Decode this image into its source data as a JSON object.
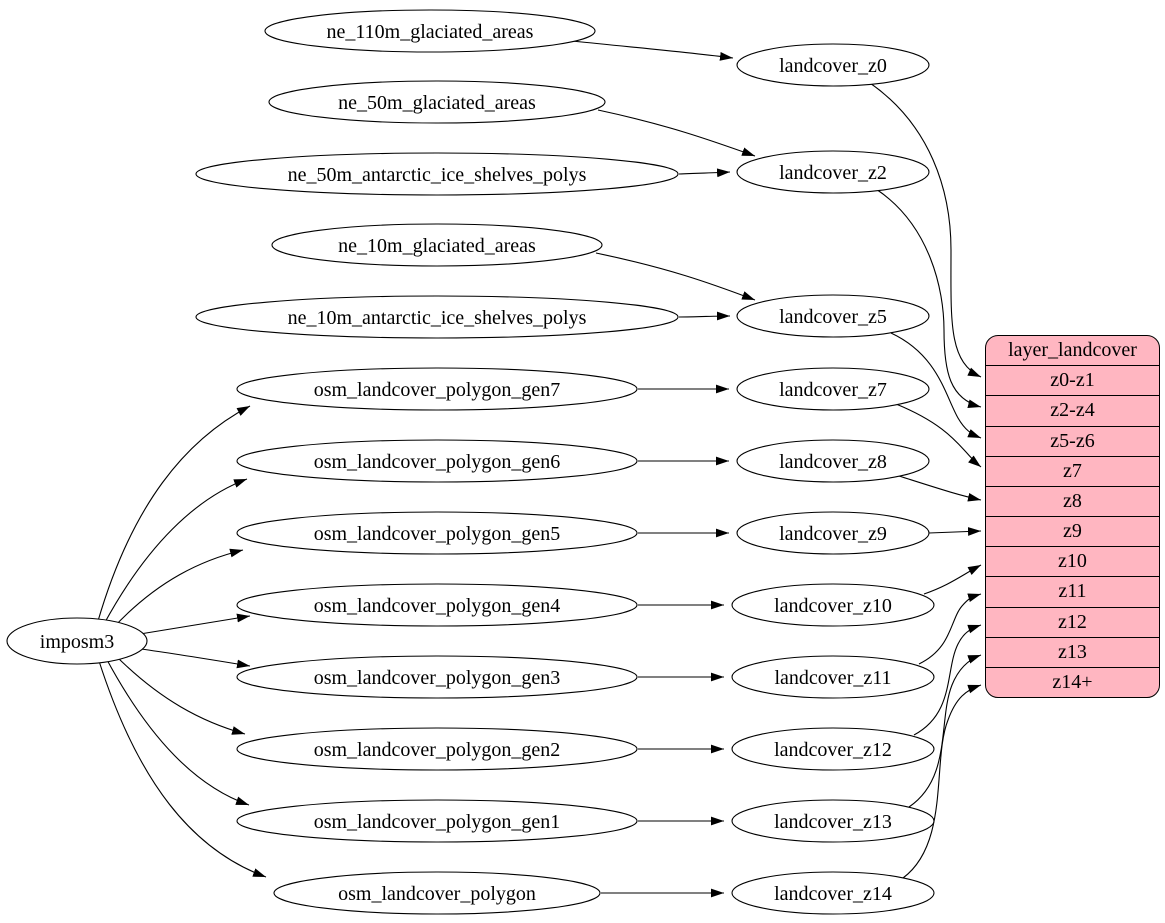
{
  "diagram": {
    "type": "dependency-graph",
    "background_color": "#ffffff",
    "node_fill": "#ffffff",
    "node_stroke": "#000000",
    "edge_color": "#000000",
    "nodes": [
      {
        "id": "imposm3",
        "label": "imposm3"
      },
      {
        "id": "ne_110m_glaciated_areas",
        "label": "ne_110m_glaciated_areas"
      },
      {
        "id": "ne_50m_glaciated_areas",
        "label": "ne_50m_glaciated_areas"
      },
      {
        "id": "ne_50m_antarctic_ice_shelves_polys",
        "label": "ne_50m_antarctic_ice_shelves_polys"
      },
      {
        "id": "ne_10m_glaciated_areas",
        "label": "ne_10m_glaciated_areas"
      },
      {
        "id": "ne_10m_antarctic_ice_shelves_polys",
        "label": "ne_10m_antarctic_ice_shelves_polys"
      },
      {
        "id": "osm_landcover_polygon_gen7",
        "label": "osm_landcover_polygon_gen7"
      },
      {
        "id": "osm_landcover_polygon_gen6",
        "label": "osm_landcover_polygon_gen6"
      },
      {
        "id": "osm_landcover_polygon_gen5",
        "label": "osm_landcover_polygon_gen5"
      },
      {
        "id": "osm_landcover_polygon_gen4",
        "label": "osm_landcover_polygon_gen4"
      },
      {
        "id": "osm_landcover_polygon_gen3",
        "label": "osm_landcover_polygon_gen3"
      },
      {
        "id": "osm_landcover_polygon_gen2",
        "label": "osm_landcover_polygon_gen2"
      },
      {
        "id": "osm_landcover_polygon_gen1",
        "label": "osm_landcover_polygon_gen1"
      },
      {
        "id": "osm_landcover_polygon",
        "label": "osm_landcover_polygon"
      },
      {
        "id": "landcover_z0",
        "label": "landcover_z0"
      },
      {
        "id": "landcover_z2",
        "label": "landcover_z2"
      },
      {
        "id": "landcover_z5",
        "label": "landcover_z5"
      },
      {
        "id": "landcover_z7",
        "label": "landcover_z7"
      },
      {
        "id": "landcover_z8",
        "label": "landcover_z8"
      },
      {
        "id": "landcover_z9",
        "label": "landcover_z9"
      },
      {
        "id": "landcover_z10",
        "label": "landcover_z10"
      },
      {
        "id": "landcover_z11",
        "label": "landcover_z11"
      },
      {
        "id": "landcover_z12",
        "label": "landcover_z12"
      },
      {
        "id": "landcover_z13",
        "label": "landcover_z13"
      },
      {
        "id": "landcover_z14",
        "label": "landcover_z14"
      }
    ],
    "table": {
      "title": "layer_landcover",
      "fill": "#ffb6c1",
      "rows": [
        "z0-z1",
        "z2-z4",
        "z5-z6",
        "z7",
        "z8",
        "z9",
        "z10",
        "z11",
        "z12",
        "z13",
        "z14+"
      ]
    },
    "edges": [
      {
        "from": "ne_110m_glaciated_areas",
        "to": "landcover_z0"
      },
      {
        "from": "ne_50m_glaciated_areas",
        "to": "landcover_z2"
      },
      {
        "from": "ne_50m_antarctic_ice_shelves_polys",
        "to": "landcover_z2"
      },
      {
        "from": "ne_10m_glaciated_areas",
        "to": "landcover_z5"
      },
      {
        "from": "ne_10m_antarctic_ice_shelves_polys",
        "to": "landcover_z5"
      },
      {
        "from": "imposm3",
        "to": "osm_landcover_polygon_gen7"
      },
      {
        "from": "imposm3",
        "to": "osm_landcover_polygon_gen6"
      },
      {
        "from": "imposm3",
        "to": "osm_landcover_polygon_gen5"
      },
      {
        "from": "imposm3",
        "to": "osm_landcover_polygon_gen4"
      },
      {
        "from": "imposm3",
        "to": "osm_landcover_polygon_gen3"
      },
      {
        "from": "imposm3",
        "to": "osm_landcover_polygon_gen2"
      },
      {
        "from": "imposm3",
        "to": "osm_landcover_polygon_gen1"
      },
      {
        "from": "imposm3",
        "to": "osm_landcover_polygon"
      },
      {
        "from": "osm_landcover_polygon_gen7",
        "to": "landcover_z7"
      },
      {
        "from": "osm_landcover_polygon_gen6",
        "to": "landcover_z8"
      },
      {
        "from": "osm_landcover_polygon_gen5",
        "to": "landcover_z9"
      },
      {
        "from": "osm_landcover_polygon_gen4",
        "to": "landcover_z10"
      },
      {
        "from": "osm_landcover_polygon_gen3",
        "to": "landcover_z11"
      },
      {
        "from": "osm_landcover_polygon_gen2",
        "to": "landcover_z12"
      },
      {
        "from": "osm_landcover_polygon_gen1",
        "to": "landcover_z13"
      },
      {
        "from": "osm_landcover_polygon",
        "to": "landcover_z14"
      },
      {
        "from": "landcover_z0",
        "to": "layer_landcover:z0-z1"
      },
      {
        "from": "landcover_z2",
        "to": "layer_landcover:z2-z4"
      },
      {
        "from": "landcover_z5",
        "to": "layer_landcover:z5-z6"
      },
      {
        "from": "landcover_z7",
        "to": "layer_landcover:z7"
      },
      {
        "from": "landcover_z8",
        "to": "layer_landcover:z8"
      },
      {
        "from": "landcover_z9",
        "to": "layer_landcover:z9"
      },
      {
        "from": "landcover_z10",
        "to": "layer_landcover:z10"
      },
      {
        "from": "landcover_z11",
        "to": "layer_landcover:z11"
      },
      {
        "from": "landcover_z12",
        "to": "layer_landcover:z12"
      },
      {
        "from": "landcover_z13",
        "to": "layer_landcover:z13"
      },
      {
        "from": "landcover_z14",
        "to": "layer_landcover:z14+"
      }
    ]
  }
}
